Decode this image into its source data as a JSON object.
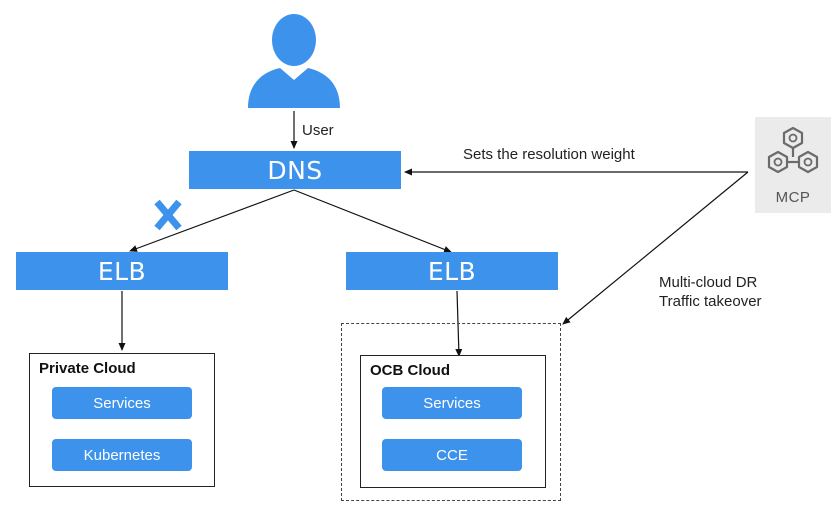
{
  "user": {
    "label": "User"
  },
  "dns": {
    "label": "DNS"
  },
  "elb_left": {
    "label": "ELB"
  },
  "elb_right": {
    "label": "ELB"
  },
  "private_cloud": {
    "title": "Private Cloud",
    "items": [
      "Services",
      "Kubernetes"
    ]
  },
  "ocb_cloud": {
    "title": "OCB Cloud",
    "items": [
      "Services",
      "CCE"
    ]
  },
  "mcp": {
    "label": "MCP"
  },
  "annotations": {
    "resolution_weight": "Sets the resolution weight",
    "multicloud_line1": "Multi-cloud DR",
    "multicloud_line2": "Traffic takeover"
  },
  "colors": {
    "accent": "#3d92ec",
    "failure_mark": "#3d92ec",
    "mcp_background": "#ebebeb"
  }
}
